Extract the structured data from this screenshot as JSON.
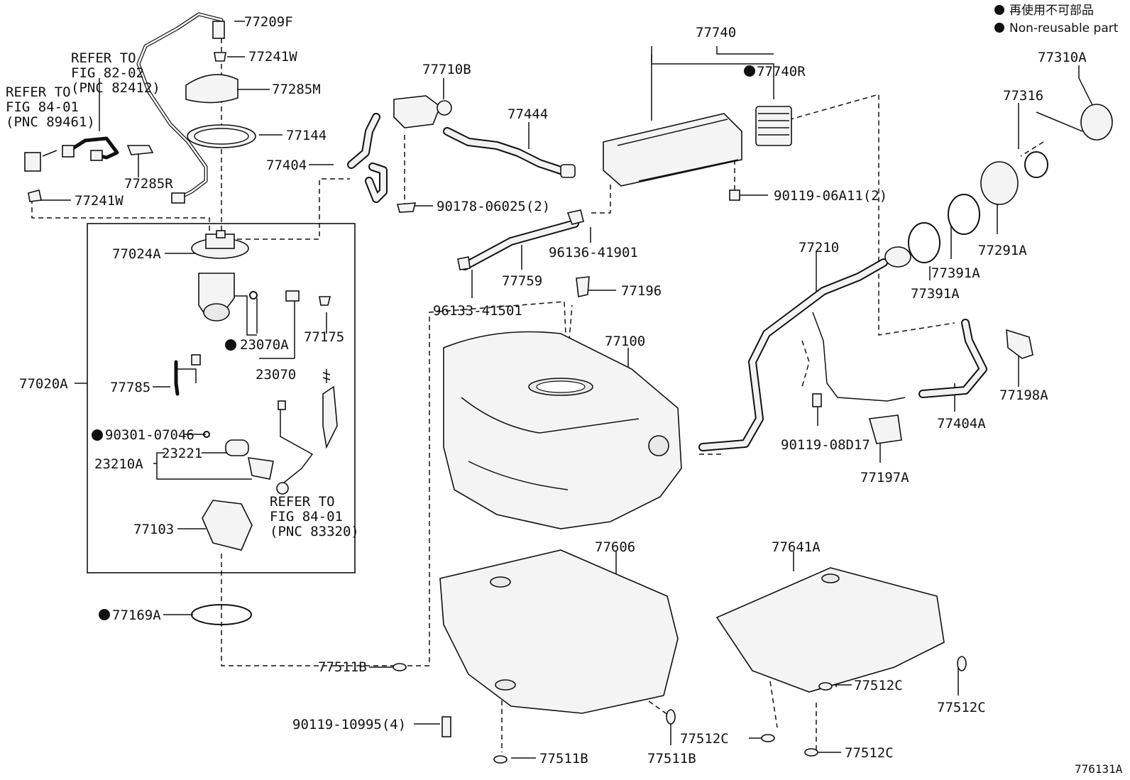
{
  "legend": {
    "line_jp": "再使用不可部品",
    "line_en": "Non-reusable part"
  },
  "figure_id": "776131A",
  "labels": {
    "p77209F": "77209F",
    "p77241W_top": "77241W",
    "p77285M": "77285M",
    "p77144": "77144",
    "p77404": "77404",
    "p77285R": "77285R",
    "p77241W_left": "77241W",
    "p77024A": "77024A",
    "p23070A": "23070A",
    "p77175": "77175",
    "p23070": "23070",
    "p77020A": "77020A",
    "p77785": "77785",
    "p90301": "90301-07046",
    "p23221": "23221",
    "p23210A": "23210A",
    "p77103": "77103",
    "p77169A": "77169A",
    "p77710B": "77710B",
    "p77444": "77444",
    "p90178": "90178-06025(2)",
    "p96136": "96136-41901",
    "p77759": "77759",
    "p96133": "96133-41501",
    "p77196": "77196",
    "p77740": "77740",
    "p77740R": "77740R",
    "p90119_06A11": "90119-06A11(2)",
    "p77100": "77100",
    "p77210": "77210",
    "p90119_08D17": "90119-08D17",
    "p77197A": "77197A",
    "p77404A": "77404A",
    "p77198A": "77198A",
    "p77310A": "77310A",
    "p77316": "77316",
    "p77291A": "77291A",
    "p77391A_a": "77391A",
    "p77391A_b": "77391A",
    "p77606": "77606",
    "p77641A": "77641A",
    "p77511B_a": "77511B",
    "p77511B_b": "77511B",
    "p77511B_c": "77511B",
    "p90119_10995": "90119-10995(4)",
    "p77512C_a": "77512C",
    "p77512C_b": "77512C",
    "p77512C_c": "77512C",
    "p77512C_d": "77512C"
  },
  "refs": {
    "ref_82": [
      "REFER TO",
      "FIG 82-02",
      "(PNC 82412)"
    ],
    "ref_84a": [
      "REFER TO",
      "FIG 84-01",
      "(PNC 89461)"
    ],
    "ref_84b": [
      "REFER TO",
      "FIG 84-01",
      "(PNC 83320)"
    ]
  }
}
